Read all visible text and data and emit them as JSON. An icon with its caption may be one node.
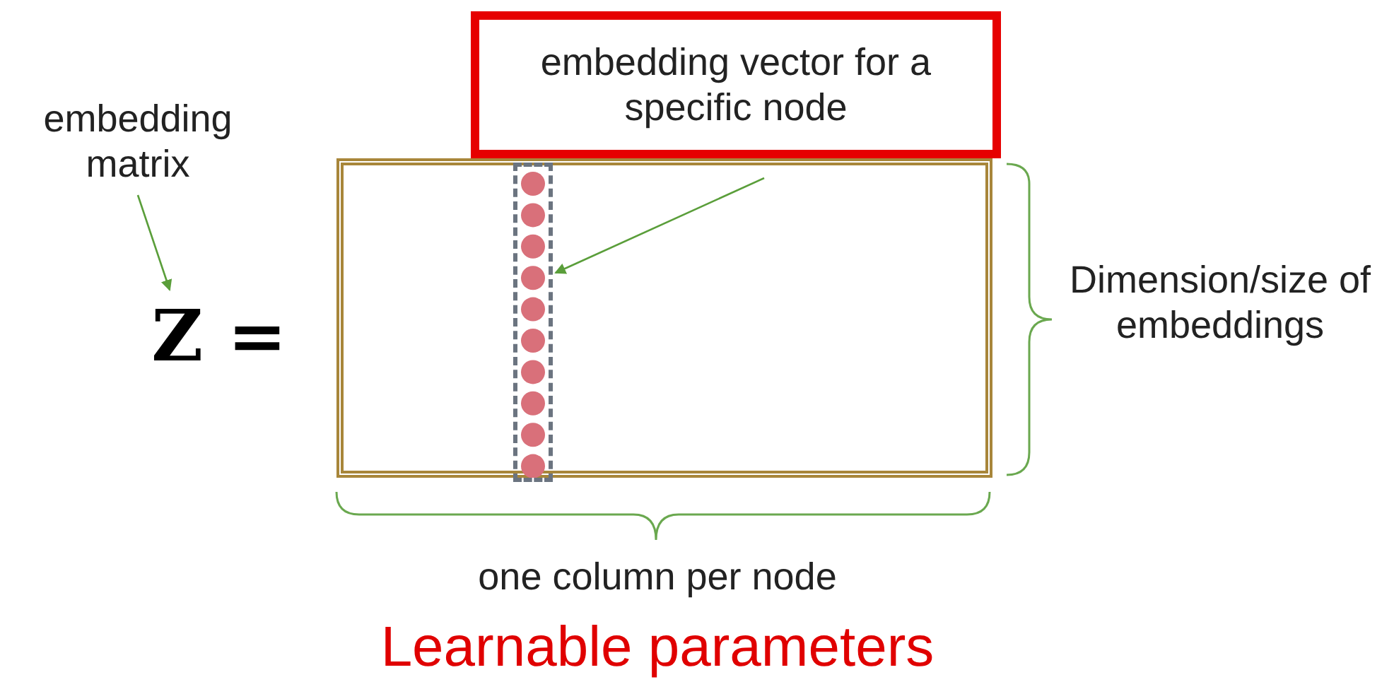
{
  "diagram": {
    "nodes": [
      {
        "text": [
          "embedding matrix"
        ]
      },
      {
        "text": [
          "Z ="
        ]
      },
      {
        "text": [],
        "shape": "box"
      },
      {
        "text": [],
        "shape": "bar",
        "in": 2
      },
      {
        "text": [
          "embedding vector for a specific node"
        ]
      }
    ],
    "edges": [
      {
        "from": 0,
        "to": 1,
        "arrow": "to"
      },
      {
        "from": 4,
        "to": 3,
        "arrow": "to"
      }
    ],
    "labels": [
      "Dimension/size of embeddings",
      "one column per node",
      "Learnable parameters"
    ]
  }
}
